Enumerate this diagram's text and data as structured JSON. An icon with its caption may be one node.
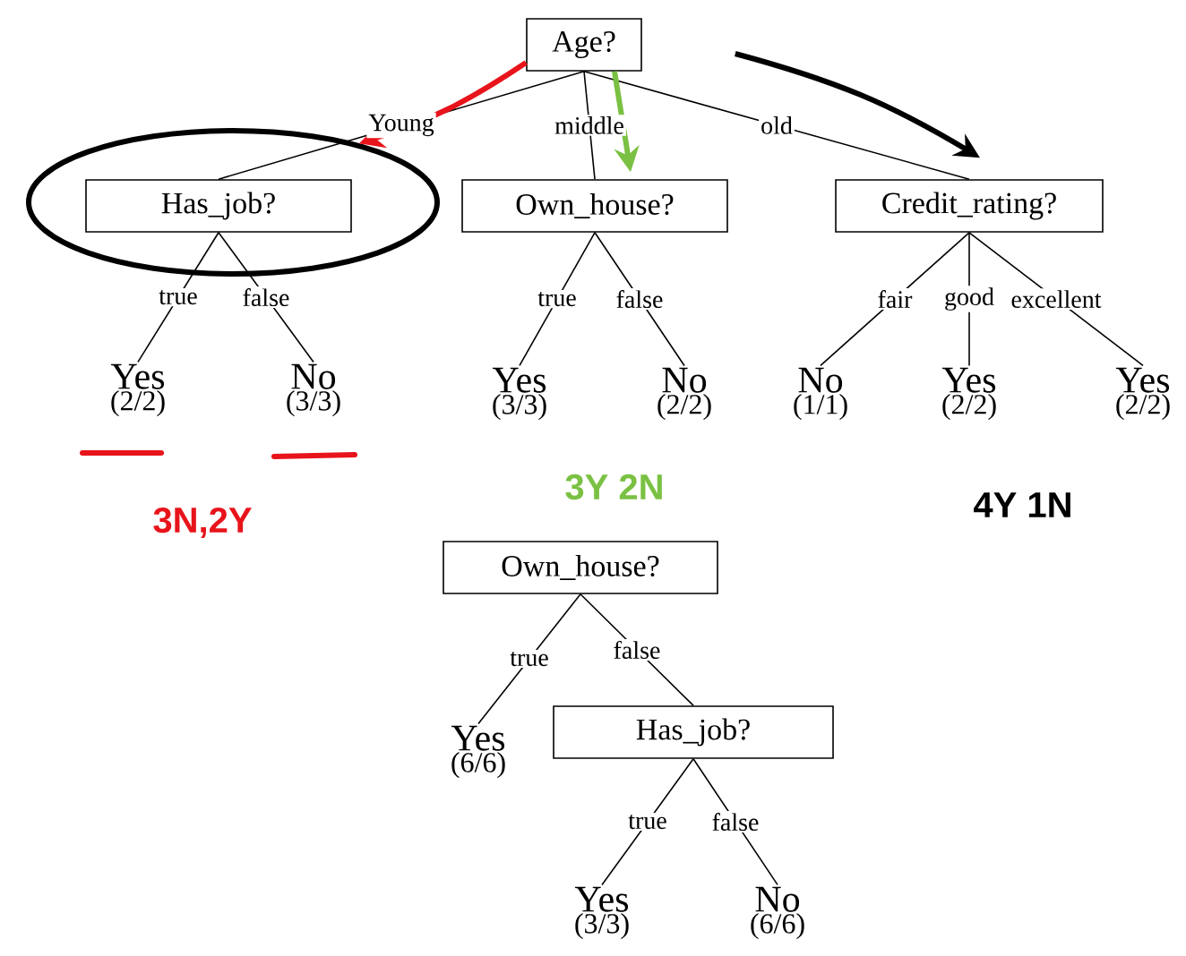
{
  "diagram": {
    "nodes": [
      {
        "text": [
          "Age?"
        ]
      },
      {
        "text": [
          "Has_job?"
        ]
      },
      {
        "text": [
          "Own_house?"
        ]
      },
      {
        "text": [
          "Credit_rating?"
        ]
      },
      {
        "text": [
          "Yes",
          "(2/2)"
        ]
      },
      {
        "text": [
          "No",
          "(3/3)"
        ]
      },
      {
        "text": [
          "Yes",
          "(3/3)"
        ]
      },
      {
        "text": [
          "No",
          "(2/2)"
        ]
      },
      {
        "text": [
          "No",
          "(1/1)"
        ]
      },
      {
        "text": [
          "Yes",
          "(2/2)"
        ]
      },
      {
        "text": [
          "Yes",
          "(2/2)"
        ]
      },
      {
        "text": [
          "Own_house?"
        ]
      },
      {
        "text": [
          "Yes",
          "(6/6)"
        ]
      },
      {
        "text": [
          "Has_job?"
        ]
      },
      {
        "text": [
          "Yes",
          "(3/3)"
        ]
      },
      {
        "text": [
          "No",
          "(6/6)"
        ]
      }
    ],
    "edges": [
      {
        "from": 0,
        "to": 1,
        "arrow": "none",
        "label": "Young"
      },
      {
        "from": 0,
        "to": 2,
        "arrow": "none",
        "label": "middle"
      },
      {
        "from": 0,
        "to": 3,
        "arrow": "none",
        "label": "old"
      },
      {
        "from": 1,
        "to": 4,
        "arrow": "none",
        "label": "true"
      },
      {
        "from": 1,
        "to": 5,
        "arrow": "none",
        "label": "false"
      },
      {
        "from": 2,
        "to": 6,
        "arrow": "none",
        "label": "true"
      },
      {
        "from": 2,
        "to": 7,
        "arrow": "none",
        "label": "false"
      },
      {
        "from": 3,
        "to": 8,
        "arrow": "none",
        "label": "fair"
      },
      {
        "from": 3,
        "to": 9,
        "arrow": "none",
        "label": "good"
      },
      {
        "from": 3,
        "to": 10,
        "arrow": "none",
        "label": "excellent"
      },
      {
        "from": 11,
        "to": 12,
        "arrow": "none",
        "label": "true"
      },
      {
        "from": 11,
        "to": 13,
        "arrow": "none",
        "label": "false"
      },
      {
        "from": 13,
        "to": 14,
        "arrow": "none",
        "label": "true"
      },
      {
        "from": 13,
        "to": 15,
        "arrow": "none",
        "label": "false"
      },
      {
        "from": 0,
        "to": 1,
        "arrow": "to",
        "style": "thick",
        "color": "#e8141b"
      },
      {
        "from": 0,
        "to": 2,
        "arrow": "to",
        "style": "thick",
        "color": "#7ac143"
      },
      {
        "from": 0,
        "to": 3,
        "arrow": "to",
        "style": "thick"
      }
    ],
    "labels": [
      "3N,2Y",
      "3Y 2N",
      "4Y 1N"
    ]
  }
}
